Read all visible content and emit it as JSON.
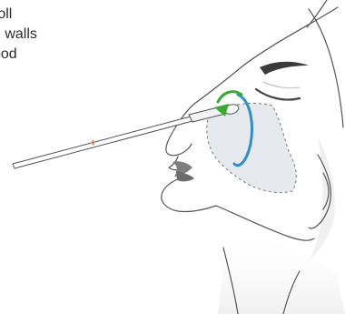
{
  "instruction": {
    "lines": [
      "roll",
      "e walls",
      "ood"
    ]
  },
  "illustration": {
    "subject": "face profile with nasal swab in nostril",
    "icons": [
      "face-profile-icon",
      "nasal-swab-icon",
      "rotation-arrow-icon",
      "nasal-cavity-outline-icon"
    ],
    "colors": {
      "line": "#555555",
      "skin_shadow": "#e9e9e9",
      "cavity_fill": "#e6e9ee",
      "rotation_blue": "#2f8fc9",
      "rotation_green": "#3aaa35",
      "swab_mark": "#e05a3a"
    }
  }
}
